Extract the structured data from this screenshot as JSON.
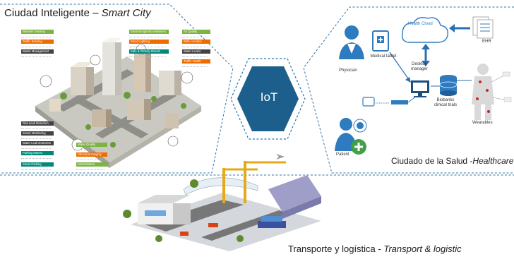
{
  "center": {
    "label": "IoT"
  },
  "smart_city": {
    "title_es": "Ciudad Inteligente – ",
    "title_en": "Smart City",
    "left_labels": [
      {
        "label": "Weather Sensing",
        "color": "#7cb342"
      },
      {
        "label": "Traffic Sensing",
        "color": "#ef6c00"
      },
      {
        "label": "Waste Management",
        "color": "#424242"
      },
      {
        "label": "Gas Leak Detection",
        "color": "#424242"
      },
      {
        "label": "Sewer Monitoring",
        "color": "#424242"
      },
      {
        "label": "Water Leak Detection",
        "color": "#424242"
      },
      {
        "label": "Parking Meters",
        "color": "#00897b"
      },
      {
        "label": "Smart Parking",
        "color": "#00897b"
      }
    ],
    "mid_labels": [
      {
        "label": "Electromagnetic emissions",
        "color": "#7cb342"
      },
      {
        "label": "Smart Lighting",
        "color": "#ef6c00"
      },
      {
        "label": "Safe & Orderly Streets",
        "color": "#00897b"
      }
    ],
    "right_labels": [
      {
        "label": "Air Quality",
        "color": "#7cb342"
      },
      {
        "label": "Bath Location",
        "color": "#ef6c00"
      },
      {
        "label": "Water Levels",
        "color": "#424242"
      },
      {
        "label": "Traffic Health",
        "color": "#ef6c00"
      }
    ],
    "bottom_labels": [
      {
        "label": "Water Quality",
        "color": "#7cb342"
      },
      {
        "label": "Structural Integrity",
        "color": "#ef6c00"
      },
      {
        "label": "Soil Moisture",
        "color": "#7cb342"
      }
    ]
  },
  "healthcare": {
    "title_es": "Ciudado de la Salud -",
    "title_en": "Healthcare",
    "nodes": {
      "physician": "Physician",
      "medical_tablet": "Medical tablet",
      "health_cloud": "Health Cloud",
      "ehr": "EHR",
      "desktop_manager": "Desktop manager",
      "biobanks": "Biobanks clinical trials",
      "wearables": "Wearables",
      "patient": "Patient"
    },
    "colors": {
      "accent": "#2e7bbf",
      "plus": "#43a047",
      "arrow": "#2a6fb3"
    }
  },
  "transport": {
    "title_es": "Transporte y logística - ",
    "title_en": "Transport & logistic"
  },
  "colors": {
    "hex_fill": "#1c5f8c",
    "hex_dash": "#2b74a8",
    "text": "#1a1a1a"
  }
}
